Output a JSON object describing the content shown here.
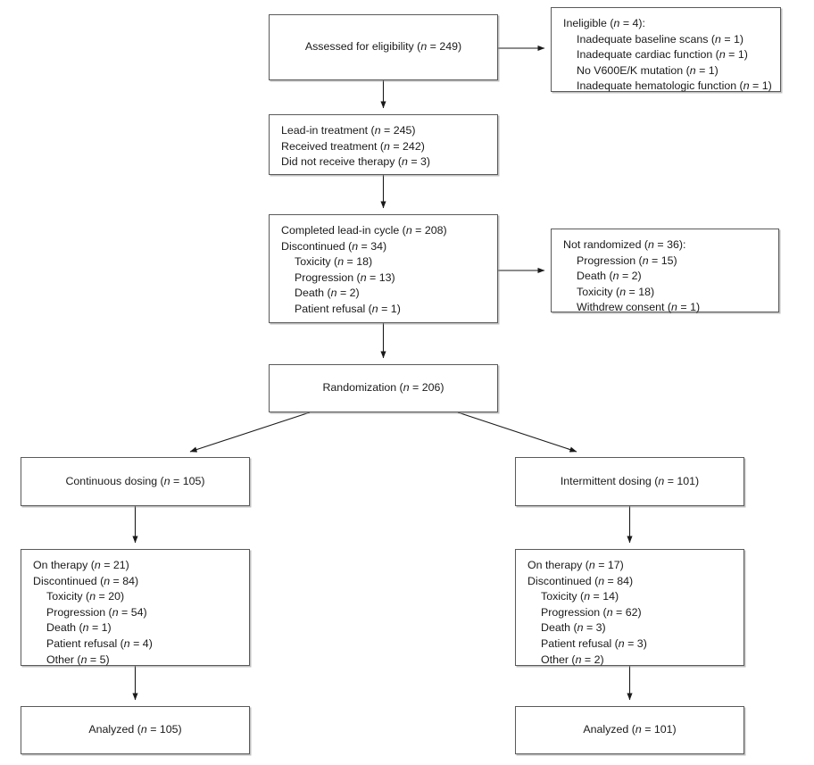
{
  "diagram": {
    "title": "CONSORT participant flow diagram",
    "type": "flowchart",
    "background": "#ffffff",
    "box_border_color": "#5a5a5a",
    "text_color": "#1a1a1a"
  },
  "nodes": {
    "assessed": {
      "name": "assessed-for-eligibility",
      "lines": [
        "Assessed for eligibility (n = 249)"
      ]
    },
    "ineligible": {
      "name": "ineligible",
      "lines": [
        "Ineligible (n = 4):",
        "Inadequate baseline scans (n = 1)",
        "Inadequate cardiac function (n = 1)",
        "No V600E/K mutation (n = 1)",
        "Inadequate hematologic function (n = 1)"
      ]
    },
    "leadin": {
      "name": "lead-in-treatment",
      "lines": [
        "Lead-in treatment (n = 245)",
        "Received treatment (n = 242)",
        "Did not receive therapy (n = 3)"
      ]
    },
    "completed": {
      "name": "completed-lead-in-cycle",
      "lines": [
        "Completed lead-in cycle (n = 208)",
        "Discontinued (n = 34)",
        "Toxicity (n = 18)",
        "Progression (n = 13)",
        "Death (n = 2)",
        "Patient refusal (n = 1)"
      ]
    },
    "notrandomized": {
      "name": "not-randomized",
      "lines": [
        "Not randomized (n = 36):",
        "Progression (n = 15)",
        "Death (n = 2)",
        "Toxicity (n = 18)",
        "Withdrew consent (n = 1)"
      ]
    },
    "randomization": {
      "name": "randomization",
      "lines": [
        "Randomization (n = 206)"
      ]
    },
    "continuous": {
      "name": "continuous-dosing-arm",
      "lines": [
        "Continuous dosing (n = 105)"
      ]
    },
    "intermittent": {
      "name": "intermittent-dosing-arm",
      "lines": [
        "Intermittent dosing (n = 101)"
      ]
    },
    "continuous_status": {
      "name": "continuous-arm-status",
      "lines": [
        "On therapy (n = 21)",
        "Discontinued (n = 84)",
        "Toxicity (n = 20)",
        "Progression (n = 54)",
        "Death (n = 1)",
        "Patient refusal (n = 4)",
        "Other (n = 5)"
      ]
    },
    "intermittent_status": {
      "name": "intermittent-arm-status",
      "lines": [
        "On therapy (n = 17)",
        "Discontinued (n = 84)",
        "Toxicity (n = 14)",
        "Progression (n = 62)",
        "Death (n = 3)",
        "Patient refusal (n = 3)",
        "Other (n = 2)"
      ]
    },
    "analyzed_left": {
      "name": "analyzed-continuous",
      "lines": [
        "Analyzed (n = 105)"
      ]
    },
    "analyzed_right": {
      "name": "analyzed-intermittent",
      "lines": [
        "Analyzed (n = 101)"
      ]
    }
  },
  "chart_data": {
    "type": "flow",
    "title": "CONSORT participant flow",
    "stages": [
      {
        "label": "Assessed for eligibility",
        "n": 249
      },
      {
        "label": "Ineligible",
        "n": 4,
        "reasons": [
          {
            "label": "Inadequate baseline scans",
            "n": 1
          },
          {
            "label": "Inadequate cardiac function",
            "n": 1
          },
          {
            "label": "No V600E/K mutation",
            "n": 1
          },
          {
            "label": "Inadequate hematologic function",
            "n": 1
          }
        ]
      },
      {
        "label": "Lead-in treatment",
        "n": 245,
        "detail": [
          {
            "label": "Received treatment",
            "n": 242
          },
          {
            "label": "Did not receive therapy",
            "n": 3
          }
        ]
      },
      {
        "label": "Completed lead-in cycle",
        "n": 208,
        "detail": [
          {
            "label": "Discontinued",
            "n": 34
          },
          {
            "label": "Toxicity",
            "n": 18
          },
          {
            "label": "Progression",
            "n": 13
          },
          {
            "label": "Death",
            "n": 2
          },
          {
            "label": "Patient refusal",
            "n": 1
          }
        ]
      },
      {
        "label": "Not randomized",
        "n": 36,
        "reasons": [
          {
            "label": "Progression",
            "n": 15
          },
          {
            "label": "Death",
            "n": 2
          },
          {
            "label": "Toxicity",
            "n": 18
          },
          {
            "label": "Withdrew consent",
            "n": 1
          }
        ]
      },
      {
        "label": "Randomization",
        "n": 206
      },
      {
        "label": "Continuous dosing",
        "n": 105,
        "detail": [
          {
            "label": "On therapy",
            "n": 21
          },
          {
            "label": "Discontinued",
            "n": 84
          },
          {
            "label": "Toxicity",
            "n": 20
          },
          {
            "label": "Progression",
            "n": 54
          },
          {
            "label": "Death",
            "n": 1
          },
          {
            "label": "Patient refusal",
            "n": 4
          },
          {
            "label": "Other",
            "n": 5
          }
        ],
        "analyzed": 105
      },
      {
        "label": "Intermittent dosing",
        "n": 101,
        "detail": [
          {
            "label": "On therapy",
            "n": 17
          },
          {
            "label": "Discontinued",
            "n": 84
          },
          {
            "label": "Toxicity",
            "n": 14
          },
          {
            "label": "Progression",
            "n": 62
          },
          {
            "label": "Death",
            "n": 3
          },
          {
            "label": "Patient refusal",
            "n": 3
          },
          {
            "label": "Other",
            "n": 2
          }
        ],
        "analyzed": 101
      }
    ]
  }
}
